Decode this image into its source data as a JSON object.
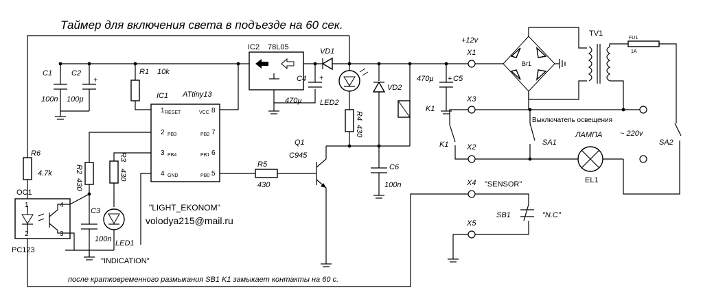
{
  "title": "Таймер для включения света в подъезде на 60 сек.",
  "footer": "после кратковременного  размыкания SB1  K1 замыкает  контакты  на  60 с.",
  "credit": {
    "name": "\"LIGHT_EKONOM\"",
    "email": "volodya215@mail.ru"
  },
  "components": {
    "C1": {
      "ref": "C1",
      "value": "100n"
    },
    "C2": {
      "ref": "C2",
      "value": "100µ"
    },
    "R1": {
      "ref": "R1",
      "value": "10k"
    },
    "IC1": {
      "ref": "IC1",
      "part": "ATtiny13"
    },
    "IC2": {
      "ref": "IC2",
      "part": "78L05"
    },
    "C4": {
      "ref": "C4",
      "value": "470µ"
    },
    "VD1": {
      "ref": "VD1"
    },
    "LED2": {
      "ref": "LED2"
    },
    "R4": {
      "ref": "R4",
      "value": "430"
    },
    "VD2": {
      "ref": "VD2"
    },
    "C5": {
      "ref": "C5",
      "value": "470µ"
    },
    "K1": {
      "ref": "K1"
    },
    "Q1": {
      "ref": "Q1",
      "part": "C945"
    },
    "R5": {
      "ref": "R5",
      "value": "430"
    },
    "C6": {
      "ref": "C6",
      "value": "100n"
    },
    "R6": {
      "ref": "R6",
      "value": "4.7k"
    },
    "R2": {
      "ref": "R2",
      "value": "430"
    },
    "R3": {
      "ref": "R3",
      "value": "430"
    },
    "C3": {
      "ref": "C3",
      "value": "100n"
    },
    "LED1": {
      "ref": "LED1"
    },
    "OC1": {
      "ref": "OC1",
      "part": "PC123"
    },
    "TV1": {
      "ref": "TV1"
    },
    "FU1": {
      "ref": "FU1",
      "value": "1A"
    },
    "Br1": {
      "ref": "Br1"
    },
    "EL1": {
      "ref": "EL1",
      "label": "ЛАМПА"
    },
    "SA1": {
      "ref": "SA1"
    },
    "SA2": {
      "ref": "SA2"
    },
    "SB1": {
      "ref": "SB1",
      "label": "\"N.C\""
    }
  },
  "ic1_pins": {
    "p1": {
      "num": "1",
      "name": "RESET"
    },
    "p2": {
      "num": "2",
      "name": "PB3"
    },
    "p3": {
      "num": "3",
      "name": "PB4"
    },
    "p4": {
      "num": "4",
      "name": "GND"
    },
    "p5": {
      "num": "5",
      "name": "PB0"
    },
    "p6": {
      "num": "6",
      "name": "PB1"
    },
    "p7": {
      "num": "7",
      "name": "PB2"
    },
    "p8": {
      "num": "8",
      "name": "VCC"
    }
  },
  "oc1_pins": {
    "p1": "1",
    "p2": "2",
    "p3": "3",
    "p4": "4"
  },
  "connectors": {
    "X1": "X1",
    "X2": "X2",
    "X3": "X3",
    "X4": "X4",
    "X5": "X5"
  },
  "labels": {
    "plus12": "+12v",
    "mains": "~ 220v",
    "switch_note": "Выключатель освещения",
    "sensor": "\"SENSOR\"",
    "indication": "\"INDICATION\""
  }
}
